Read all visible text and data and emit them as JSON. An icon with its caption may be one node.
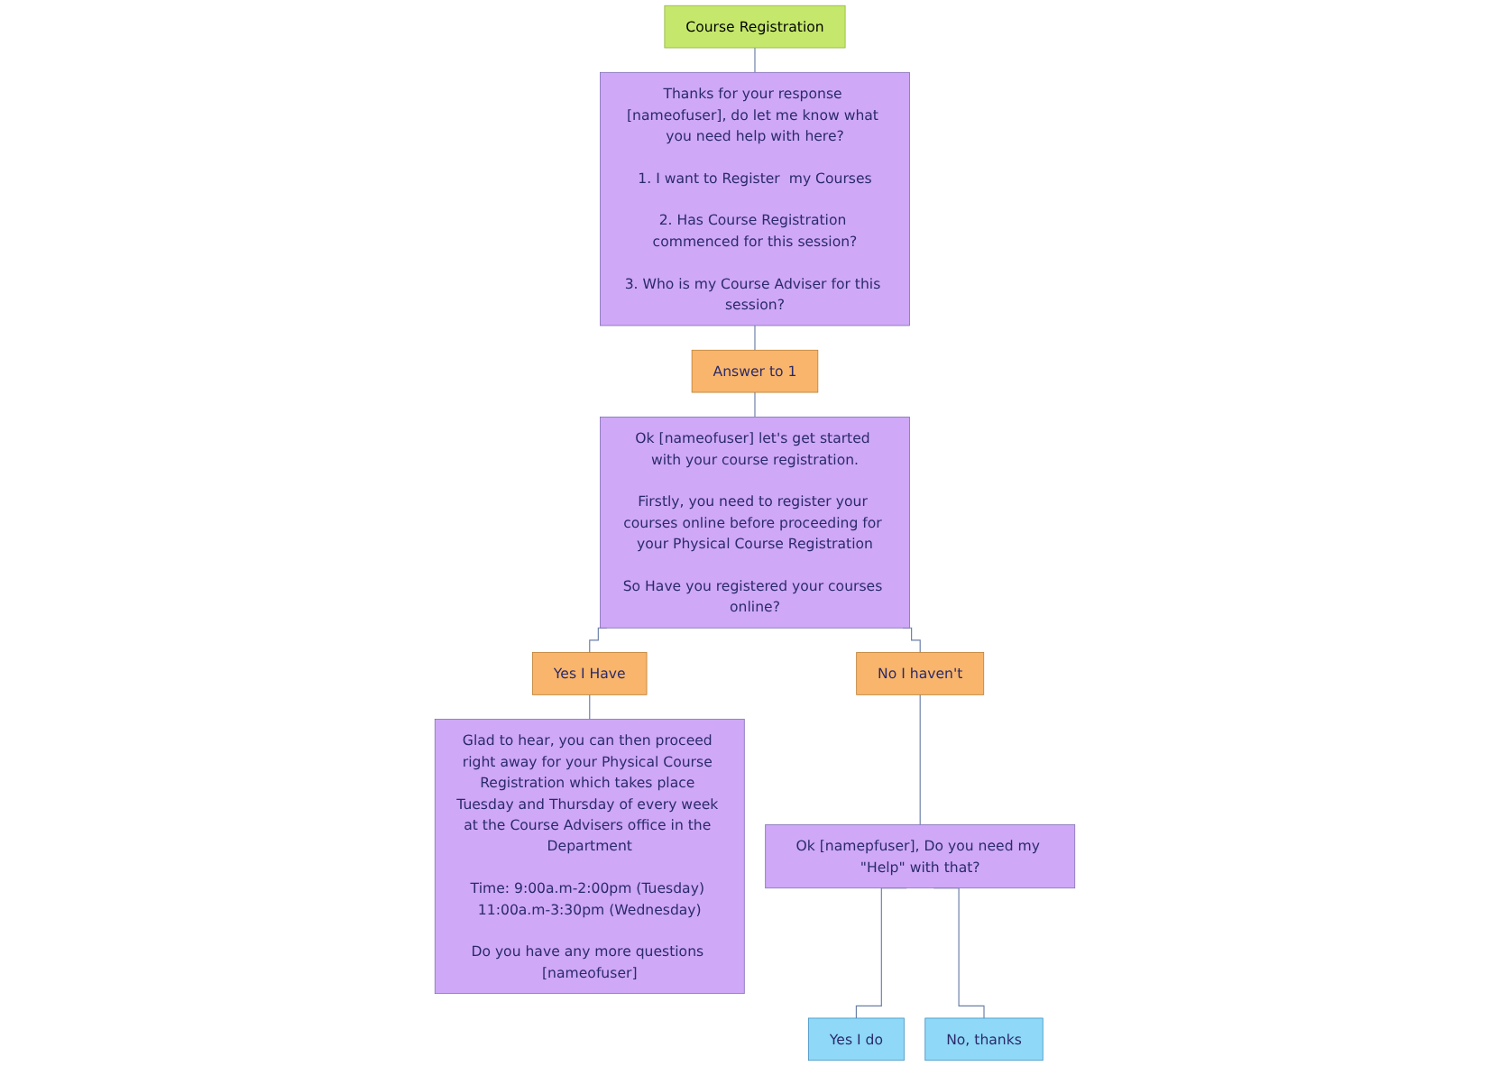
{
  "diagram": {
    "nodes": [
      {
        "text": [
          "Course Registration"
        ]
      },
      {
        "text": [
          "Thanks for your response [nameofuser], do let me know what you need help with here?",
          "1. I want to Register  my Courses",
          "2. Has Course Registration commenced for this session?",
          "3. Who is my Course Adviser for this session?"
        ]
      },
      {
        "text": [
          "Answer to 1"
        ]
      },
      {
        "text": [
          "Ok [nameofuser] let's get started with your course registration.",
          "Firstly, you need to register your courses online before proceeding for your Physical Course Registration",
          "So Have you registered your courses online?"
        ]
      },
      {
        "text": [
          "Yes I Have"
        ]
      },
      {
        "text": [
          "Glad to hear, you can then proceed right away for your Physical Course Registration which takes place Tuesday and Thursday of every week at the Course Advisers office in the Department",
          "Time: 9:00a.m-2:00pm (Tuesday) 11:00a.m-3:30pm (Wednesday)",
          "Do you have any more questions [nameofuser]"
        ]
      },
      {
        "text": [
          "No I haven't"
        ]
      },
      {
        "text": [
          "Ok [namepfuser], Do you need my \"Help\" with that?"
        ]
      },
      {
        "text": [
          "Yes I do"
        ]
      },
      {
        "text": [
          "No, thanks"
        ]
      }
    ],
    "edges": [
      {
        "from": 0,
        "to": 1,
        "arrow": "none"
      },
      {
        "from": 1,
        "to": 2,
        "arrow": "none"
      },
      {
        "from": 2,
        "to": 3,
        "arrow": "none"
      },
      {
        "from": 3,
        "to": 4,
        "arrow": "none"
      },
      {
        "from": 4,
        "to": 5,
        "arrow": "none"
      },
      {
        "from": 3,
        "to": 6,
        "arrow": "none"
      },
      {
        "from": 6,
        "to": 7,
        "arrow": "none"
      },
      {
        "from": 7,
        "to": 8,
        "arrow": "none"
      },
      {
        "from": 7,
        "to": 9,
        "arrow": "none"
      }
    ]
  }
}
